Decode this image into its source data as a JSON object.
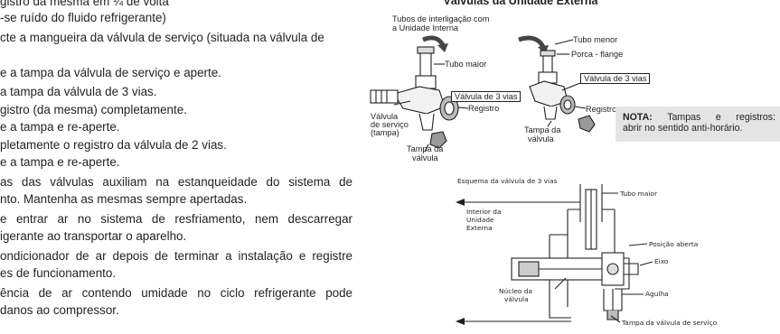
{
  "left_text": [
    "gistro da mesma em ¼ de volta",
    "-se ruído do fluido refrigerante)",
    "cte a mangueira da válvula de serviço (situada na válvula de",
    "",
    "e a tampa da válvula de serviço e aperte.",
    "a tampa da válvula de 3 vias.",
    "gistro (da mesma) completamente.",
    "e a tampa e re-aperte.",
    "pletamente o registro da válvula de 2 vias.",
    "e a tampa e re-aperte.",
    "as das válvulas auxiliam na estanqueidade do sistema de",
    "nto. Mantenha as mesmas sempre apertadas.",
    "e entrar ar no sistema de resfriamento, nem descarregar",
    "igerante ao transportar o aparelho.",
    "ondicionador de ar depois de terminar a instalação e registre",
    "es de funcionamento.",
    "ência de ar contendo umidade no ciclo refrigerante pode",
    "danos ao compressor."
  ],
  "section_title": "Válvulas da Unidade Externa",
  "top_labels": {
    "tubes_interconnect_1": "Tubos de interligação com",
    "tubes_interconnect_2": "a Unidade Interna",
    "tubo_maior": "Tubo maior",
    "tubo_menor": "Tubo menor",
    "porca_flange": "Porca - flange",
    "valvula_3_vias_left": "Válvula de 3 vias",
    "valvula_3_vias_right": "Válvula de 3 vias",
    "registro_left": "Registro",
    "registro_right": "Registro",
    "valvula_servico_1": "Válvula",
    "valvula_servico_2": "de serviço",
    "valvula_servico_3": "(tampa)",
    "tampa_valvula_left_1": "Tampa da",
    "tampa_valvula_left_2": "válvula",
    "tampa_valvula_right_1": "Tampa da",
    "tampa_valvula_right_2": "válvula"
  },
  "note": {
    "bold": "NOTA:",
    "line1_rest": " Tampas e registros:",
    "line2": "abrir no sentido anti-horário."
  },
  "schematic": {
    "title": "Esquema da válvula de 3 vias",
    "interior_1": "Interior da",
    "interior_2": "Unidade",
    "interior_3": "Externa",
    "tubo_maior": "Tubo maior",
    "posicao_aberta": "Posição aberta",
    "eixo": "Eixo",
    "nucleo_1": "Núcleo da",
    "nucleo_2": "válvula",
    "agulha": "Agulha",
    "tampa_servico": "Tampa da válvula de serviço"
  }
}
